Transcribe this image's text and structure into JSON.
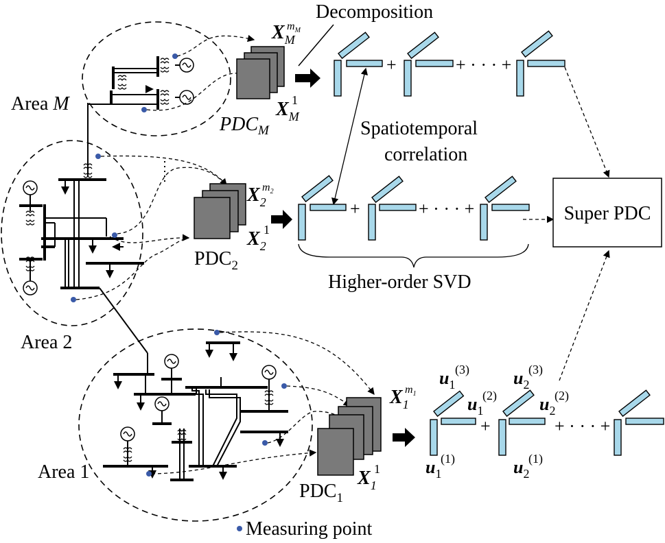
{
  "labels": {
    "decomposition": "Decomposition",
    "area_m_prefix": "Area ",
    "area_m_var": "M",
    "pdc_m_base": "PDC",
    "pdc_m_sub": "M",
    "spatio_line1": "Spatiotemporal",
    "spatio_line2": "correlation",
    "pdc2_base": "PDC",
    "pdc2_sub": "2",
    "hosvd": "Higher-order SVD",
    "super_pdc": "Super PDC",
    "area2": "Area 2",
    "area1": "Area 1",
    "pdc1_base": "PDC",
    "pdc1_sub": "1",
    "legend": "Measuring point",
    "plus": "+",
    "plus_dots": "+ · · · +"
  },
  "tensors": {
    "xM_base": "X",
    "xM_sub": "M",
    "xM_sup": "m",
    "xM_sup_sub": "M",
    "xM1_base": "X",
    "xM1_sub": "M",
    "xM1_sup": "1",
    "x2_base": "X",
    "x2_sub": "2",
    "x2_sup": "m",
    "x2_sup_sub": "2",
    "x21_base": "X",
    "x21_sub": "2",
    "x21_sup": "1",
    "x1_base": "X",
    "x1_sub": "1",
    "x1_sup": "m",
    "x1_sup_sub": "1",
    "x11_base": "X",
    "x11_sub": "1",
    "x11_sup": "1"
  },
  "vectors": {
    "u1_3": {
      "base": "u",
      "sub": "1",
      "sup": "(3)"
    },
    "u1_2": {
      "base": "u",
      "sub": "1",
      "sup": "(2)"
    },
    "u1_1": {
      "base": "u",
      "sub": "1",
      "sup": "(1)"
    },
    "u2_3": {
      "base": "u",
      "sub": "2",
      "sup": "(3)"
    },
    "u2_2": {
      "base": "u",
      "sub": "2",
      "sup": "(2)"
    },
    "u2_1": {
      "base": "u",
      "sub": "2",
      "sup": "(1)"
    }
  },
  "colors": {
    "factor_fill": "#a8d8ea",
    "pdc_fill": "#7a7a7a",
    "measuring_point": "#3a5aa8"
  }
}
